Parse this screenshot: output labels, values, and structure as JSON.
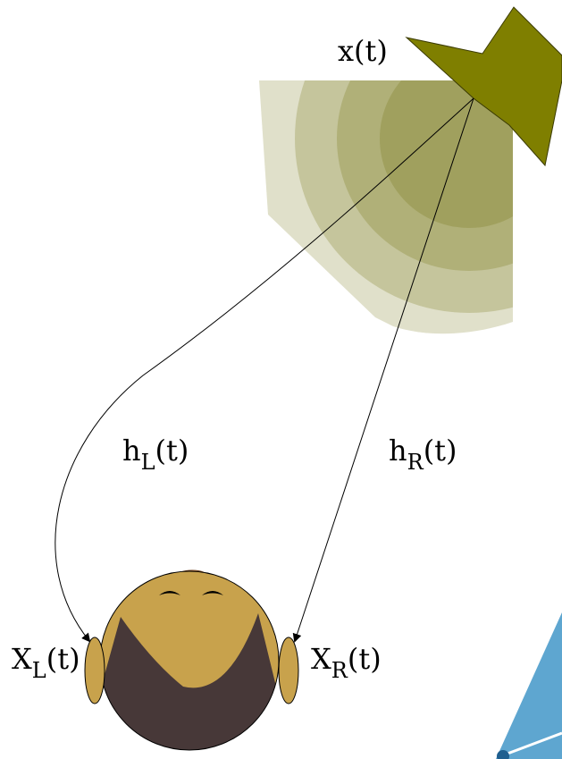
{
  "source_label": "x(t)",
  "paths": {
    "left": {
      "symbol": "h",
      "subscript": "L",
      "arg": "(t)"
    },
    "right": {
      "symbol": "h",
      "subscript": "R",
      "arg": "(t)"
    }
  },
  "ears": {
    "left": {
      "symbol": "X",
      "subscript": "L",
      "arg": "(t)"
    },
    "right": {
      "symbol": "X",
      "subscript": "R",
      "arg": "(t)"
    }
  },
  "colors": {
    "speaker": "#7f7f00",
    "wave": "#8f8f3f",
    "head": "#c8a24c",
    "hair": "#473838",
    "nose": "#d08a50",
    "corner_shape": "#5ea6d0"
  },
  "icons": {
    "speaker": "loudspeaker-icon",
    "head": "listener-head-icon"
  }
}
